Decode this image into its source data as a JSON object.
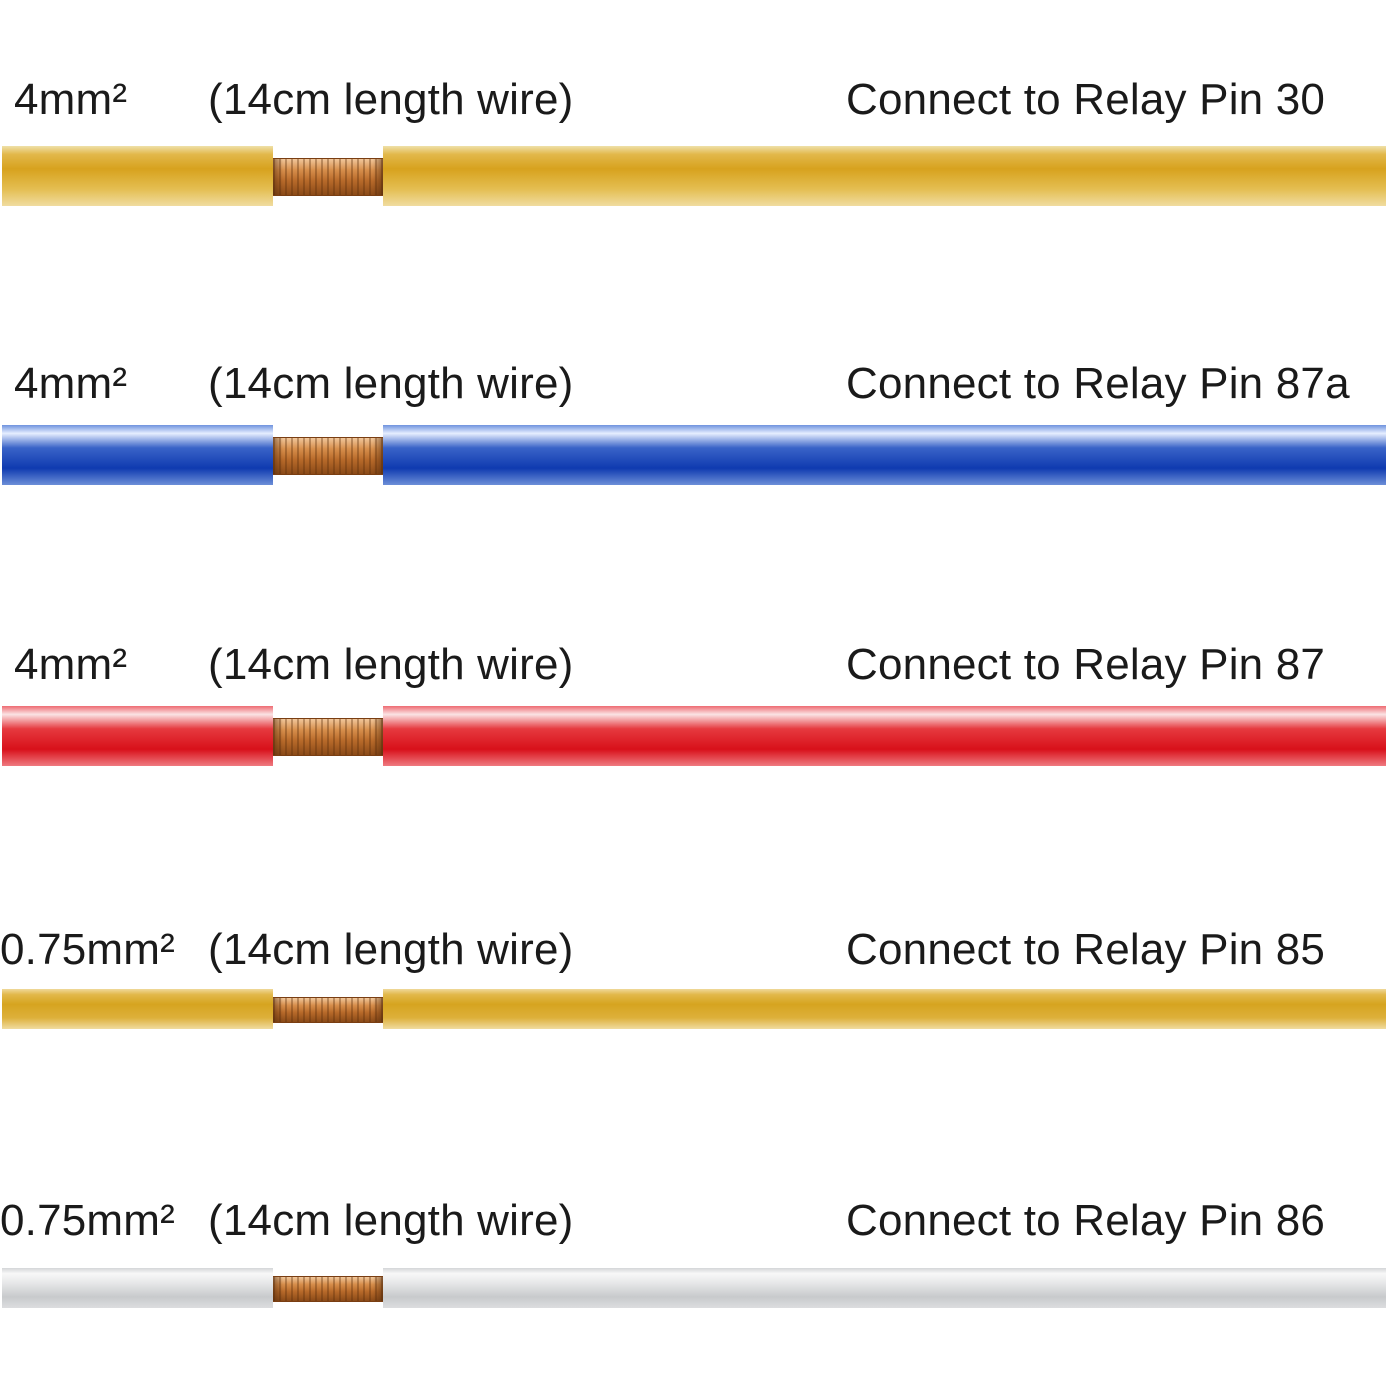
{
  "wires": [
    {
      "size": "4mm²",
      "length": "(14cm  length wire)",
      "pin": "Connect to Relay Pin 30",
      "color_name": "yellow",
      "colors": [
        "#efe0a8",
        "#e2b84a",
        "#d7a21e",
        "#e4be52",
        "#f0dca0"
      ]
    },
    {
      "size": "4mm²",
      "length": "(14cm  length wire)",
      "pin": "Connect to Relay Pin 87a",
      "color_name": "blue",
      "colors": [
        "#6f93de",
        "#e6eeff",
        "#3a64c8",
        "#0f3ab0",
        "#6c8ed8"
      ]
    },
    {
      "size": "4mm²",
      "length": "(14cm  length wire)",
      "pin": "Connect to Relay Pin 87",
      "color_name": "red",
      "colors": [
        "#ee6b72",
        "#fbe3e4",
        "#e63a3f",
        "#d8101a",
        "#ef7a80"
      ]
    },
    {
      "size": "0.75mm²",
      "length": "(14cm  length wire)",
      "pin": "Connect to Relay Pin 85",
      "color_name": "yellow",
      "colors": [
        "#efd99a",
        "#e2b84a",
        "#d6a420",
        "#ddb03a",
        "#f0dca0"
      ]
    },
    {
      "size": "0.75mm²",
      "length": "(14cm  length wire)",
      "pin": "Connect to Relay Pin 86",
      "color_name": "white",
      "colors": [
        "#d4d6d8",
        "#f8f8f8",
        "#e6e7e8",
        "#c8cacc",
        "#dcdddf"
      ]
    }
  ]
}
